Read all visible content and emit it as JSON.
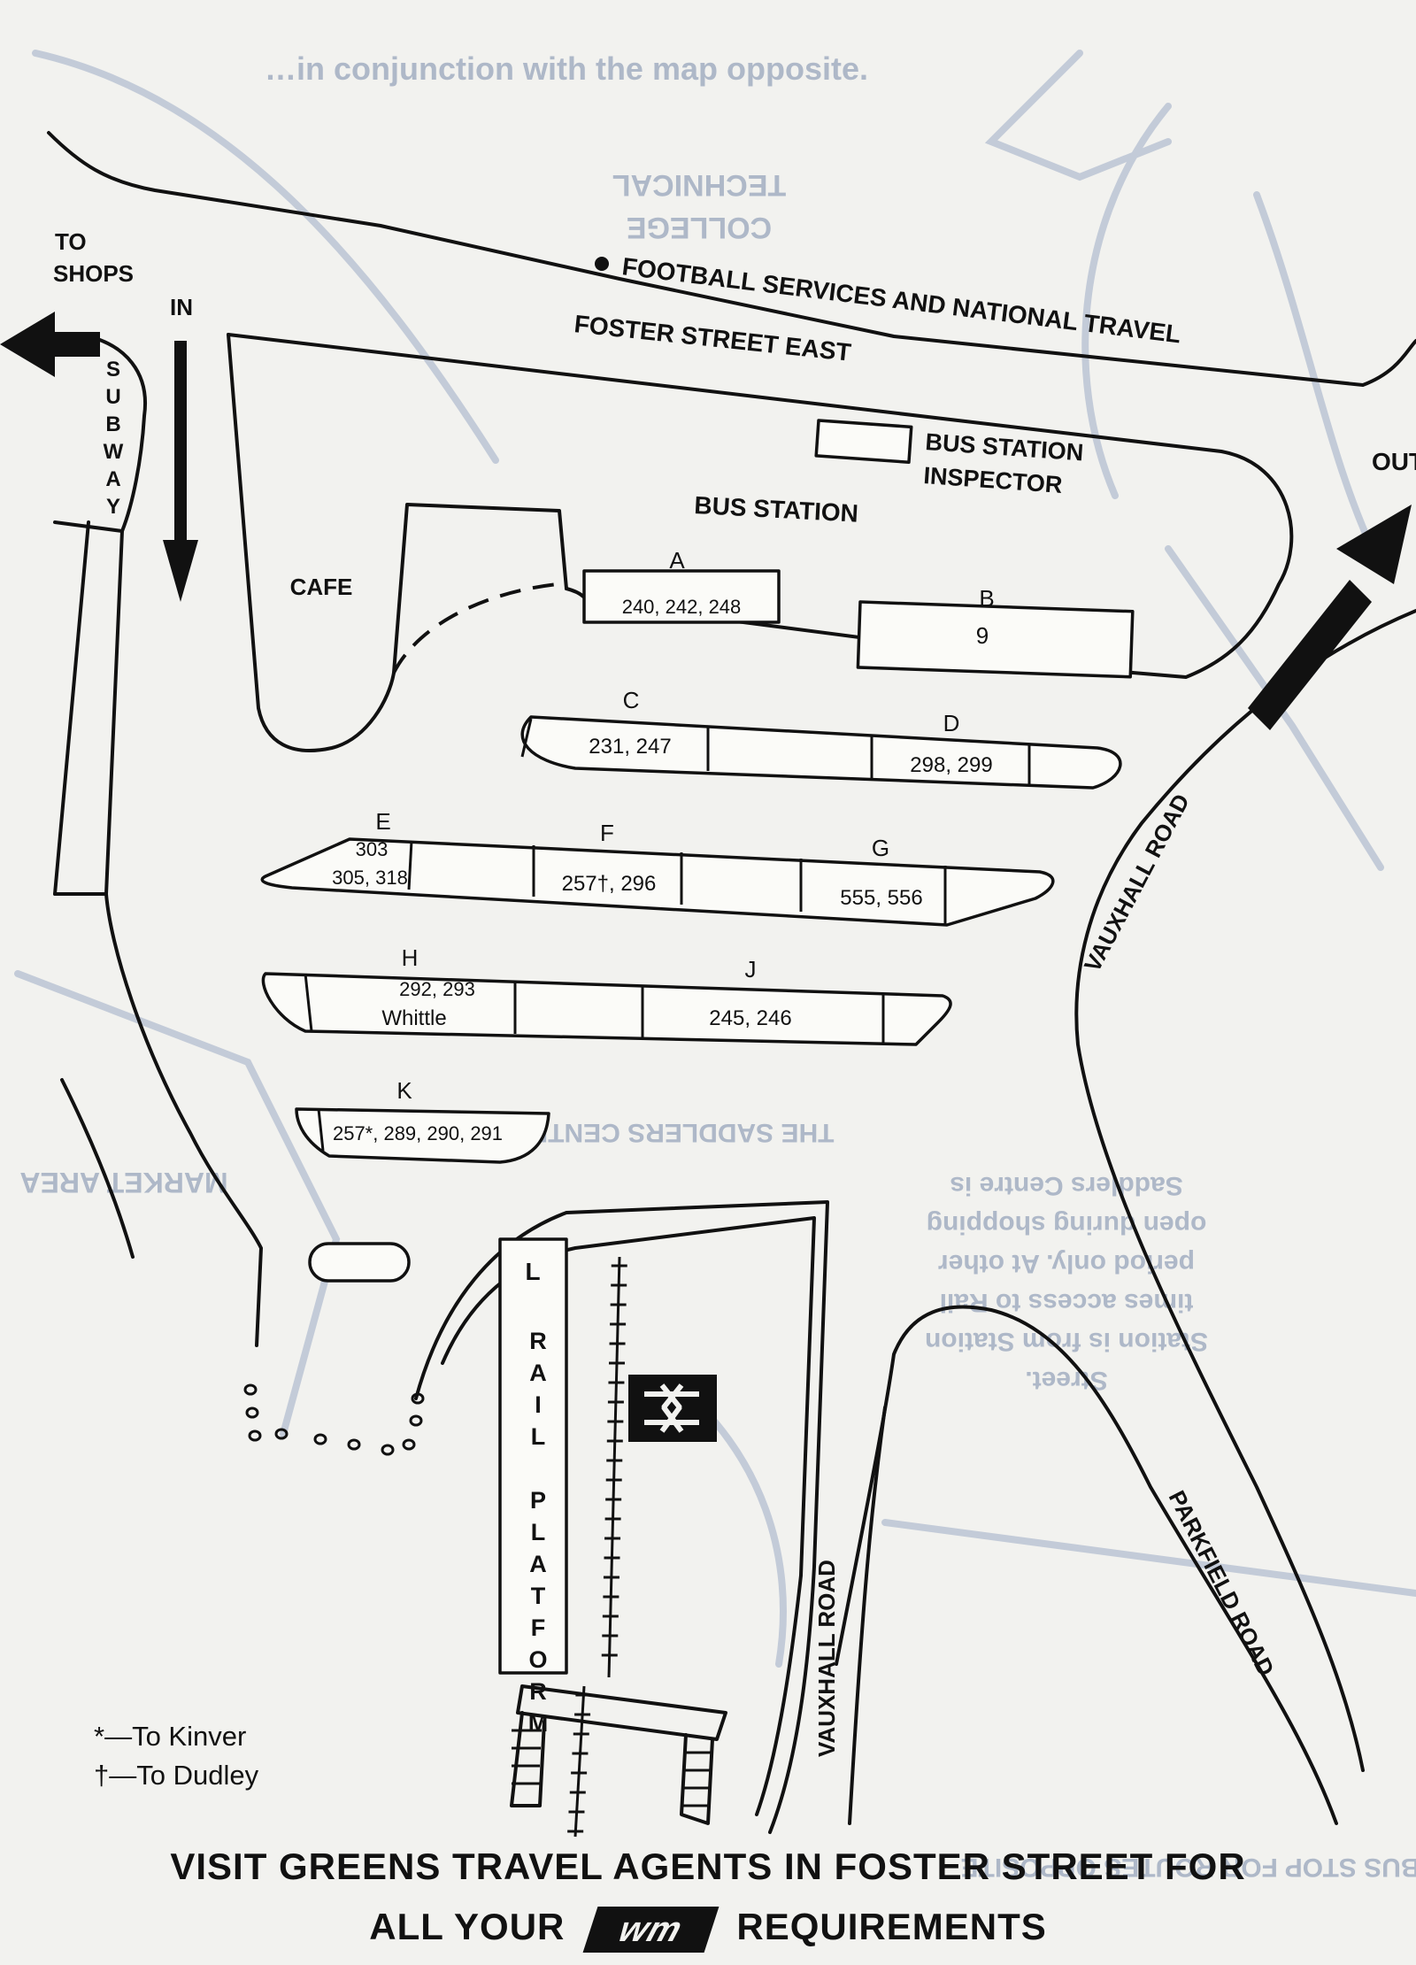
{
  "labels": {
    "to_shops_1": "TO",
    "to_shops_2": "SHOPS",
    "in": "IN",
    "out": "OUT",
    "subway": "SUBWAY",
    "cafe": "CAFE",
    "football": "FOOTBALL SERVICES AND NATIONAL TRAVEL",
    "foster_street_east": "FOSTER STREET EAST",
    "bus_station": "BUS STATION",
    "inspector_1": "BUS STATION",
    "inspector_2": "INSPECTOR",
    "vauxhall_road_1": "VAUXHALL ROAD",
    "vauxhall_road_2": "VAUXHALL ROAD",
    "parkfield_road": "PARKFIELD ROAD",
    "rail_platform": "RAIL PLATFORM",
    "rail_l": "L"
  },
  "stands": {
    "A": {
      "letter": "A",
      "services": "240, 242, 248"
    },
    "B": {
      "letter": "B",
      "services": "9"
    },
    "C": {
      "letter": "C",
      "services": "231, 247"
    },
    "D": {
      "letter": "D",
      "services": "298, 299"
    },
    "E": {
      "letter": "E",
      "services_1": "303",
      "services_2": "305, 318"
    },
    "F": {
      "letter": "F",
      "services": "257†, 296"
    },
    "G": {
      "letter": "G",
      "services": "555, 556"
    },
    "H": {
      "letter": "H",
      "services_1": "292, 293",
      "services_2": "Whittle"
    },
    "J": {
      "letter": "J",
      "services": "245, 246"
    },
    "K": {
      "letter": "K",
      "services": "257*, 289, 290, 291"
    }
  },
  "legend": {
    "kinver": "*—To Kinver",
    "dudley": "†—To Dudley"
  },
  "footer": {
    "line1": "VISIT GREENS TRAVEL AGENTS IN FOSTER STREET FOR",
    "line2_pre": "ALL YOUR",
    "logo": "wm",
    "line2_post": "REQUIREMENTS"
  },
  "background_text": {
    "header": "…in conjunction with the map opposite.",
    "technical": "TECHNICAL",
    "college": "COLLEGE",
    "saddlers": "THE SADDLERS CENTRE",
    "notice_1": "Saddlers Centre is",
    "notice_2": "open during shopping",
    "notice_3": "period only. At other",
    "notice_4": "times access to Rail",
    "notice_5": "Station is from Station",
    "notice_6": "Street.",
    "market": "MARKET AREA",
    "bus_stop": "—BUS STOP FOR ROUTES OPPOSITE"
  },
  "colors": {
    "ink": "#111111",
    "paper": "#f2f2ef",
    "show_through": "#aeb8c8"
  },
  "icons": [
    "rail-logo-icon",
    "arrow-in-icon",
    "arrow-out-icon",
    "arrow-to-shops-icon"
  ]
}
